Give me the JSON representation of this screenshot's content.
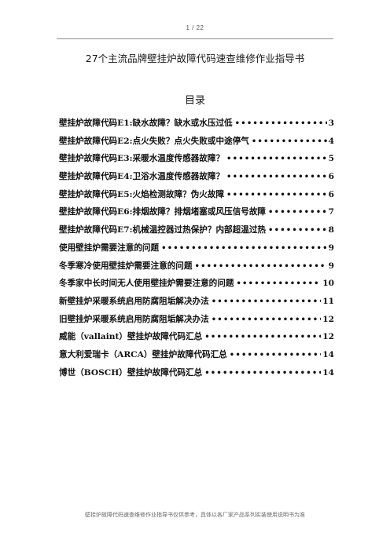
{
  "header": {
    "page_counter": "1 / 22"
  },
  "document": {
    "title": "27个主流品牌壁挂炉故障代码速查维修作业指导书",
    "toc_heading": "目录"
  },
  "toc": {
    "items": [
      {
        "label": "壁挂炉故障代码E1:缺水故障？缺水或水压过低",
        "page": "3"
      },
      {
        "label": "壁挂炉故障代码E2:点火失败？点火失败或中途停气",
        "page": "4"
      },
      {
        "label": "壁挂炉故障代码E3:采暖水温度传感器故障？",
        "page": "5"
      },
      {
        "label": "壁挂炉故障代码E4:卫浴水温度传感器故障？",
        "page": "6"
      },
      {
        "label": "壁挂炉故障代码E5:火焰检测故障？伪火故障",
        "page": "6"
      },
      {
        "label": "壁挂炉故障代码E6:排烟故障？排烟堵塞或风压信号故障",
        "page": "7"
      },
      {
        "label": "壁挂炉故障代码E7:机械温控器过热保护？内部超温过热",
        "page": "8"
      },
      {
        "label": "使用壁挂炉需要注意的问题",
        "page": "9"
      },
      {
        "label": "冬季寒冷使用壁挂炉需要注意的问题",
        "page": "9"
      },
      {
        "label": "冬季家中长时间无人使用壁挂炉需要注意的问题",
        "page": "10"
      },
      {
        "label": "新壁挂炉采暖系统启用防腐阻垢解决办法",
        "page": "11"
      },
      {
        "label": "旧壁挂炉采暖系统启用防腐阻垢解决办法",
        "page": "12"
      },
      {
        "label": "威能（vallaint）壁挂炉故障代码汇总",
        "page": "12"
      },
      {
        "label": "意大利爱瑞卡（ARCA）壁挂炉故障代码汇总",
        "page": "14"
      },
      {
        "label": "博世（BOSCH）壁挂炉故障代码汇总",
        "page": "14"
      }
    ]
  },
  "footer": {
    "note": "壁挂炉故障代码速查维修作业指导书仅供参考，具体以各厂家产品系列实装使用说明书为准"
  }
}
